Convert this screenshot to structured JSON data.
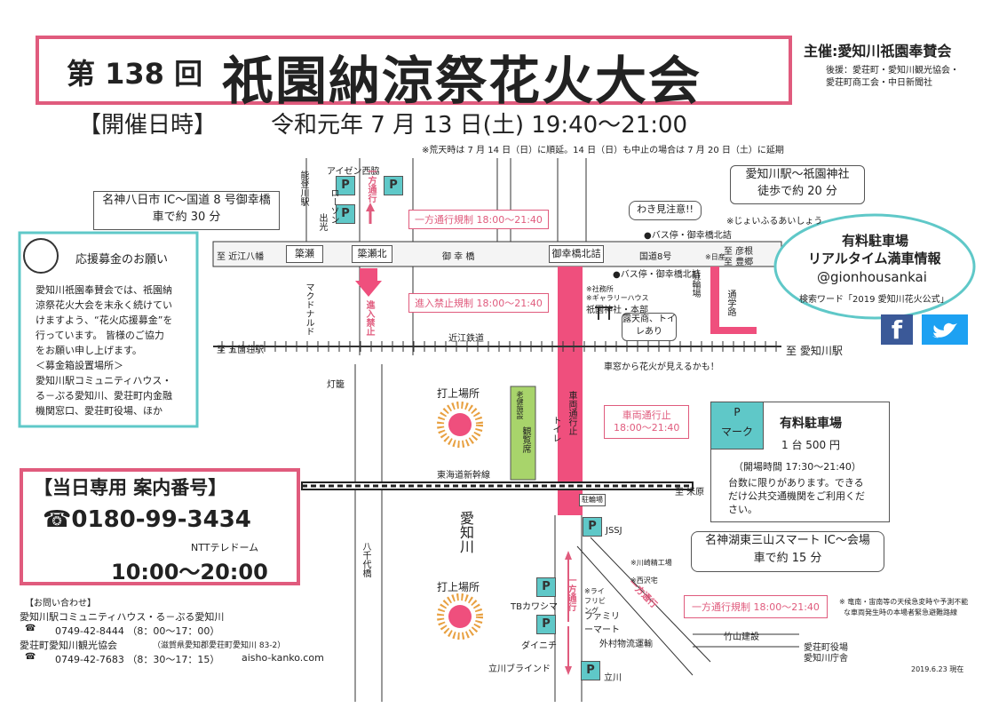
{
  "header": {
    "title_prefix": "第 138 回",
    "title_main": "祇園納涼祭花火大会",
    "organizer": "主催:愛知川祇園奉賛会",
    "sponsors_1": "後援：愛荘町・愛知川観光協会・",
    "sponsors_2": "愛荘町商工会・中日新聞社",
    "date_label": "【開催日時】",
    "date_value": "令和元年  7 月 13 日(土) 19:40～21:00",
    "rain_note": "※荒天時は 7 月 14 日（日）に順延。14 日（日）も中止の場合は 7 月 20 日（土）に延期"
  },
  "boxes": {
    "ic_route_1": "名神八日市 IC～国道 8 号御幸橋",
    "ic_route_2": "車で約 30 分",
    "walk_1": "愛知川駅～祇園神社",
    "walk_2": "徒歩で約 20 分",
    "smart_ic_1": "名神湖東三山スマート IC～会場",
    "smart_ic_2": "車で約 15 分"
  },
  "donation": {
    "title": "応援募金のお願い",
    "body": [
      "愛知川祇園奉賛会では、祇園納",
      "涼祭花火大会を末永く続けてい",
      "けますよう、“花火応援募金”を",
      "行っています。 皆様のご協力",
      "をお願い申し上げます。",
      "＜募金箱設置場所＞",
      "愛知川駅コミュニティハウス・",
      "る－ぷる愛知川、愛荘町内金融",
      "機関窓口、愛荘町役場、ほか"
    ]
  },
  "hotline": {
    "title": "【当日専用  案内番号】",
    "phone": "☎0180-99-3434",
    "carrier": "NTTテレドーム",
    "hours": "10:00～20:00"
  },
  "contact": {
    "title": "【お問い合わせ】",
    "org1": "愛知川駅コミュニティハウス・る－ぷる愛知川",
    "tel1": "0749-42-8444  （8：00～17：00）",
    "org2": "愛荘町愛知川観光協会",
    "org2_addr": "（滋賀県愛知郡愛荘町愛知川 83-2）",
    "tel2": "0749-42-7683  （8：30～17：15）",
    "web": "aisho-kanko.com"
  },
  "parking_info": {
    "p_label": "P",
    "mark": "マーク",
    "title": "有料駐車場",
    "price": "1 台 500 円",
    "hours": "（開場時間 17:30～21:40）",
    "note_1": "台数に限りがあります。できる",
    "note_2": "だけ公共交通機関をご利用くだ",
    "note_3": "さい。"
  },
  "cloud": {
    "line1": "有料駐車場",
    "line2": "リアルタイム満車情報",
    "handle": "@gionhousankai",
    "search": "検索ワード「2019 愛知川花火公式」"
  },
  "social": {
    "facebook": "f",
    "twitter_icon": "twitter-bird-icon"
  },
  "map": {
    "to_omi_hachiman": "至 近江八幡",
    "to_gokasho": "至 五箇荘駅",
    "to_echigawa": "至  愛知川駅",
    "to_hikone": "至 彦根",
    "to_toyosato": "至 豊郷",
    "to_maibara": "至 米原",
    "sasao": "簗瀬",
    "sasao_kita": "簗瀬北",
    "miyuki": "御  幸  橋",
    "miyuki_kita": "御幸橋北詰",
    "route8": "国道8号",
    "nose_station": "能登川駅",
    "izen": "アイゼン西脇",
    "lawson": "ローソン",
    "dekou": "出光",
    "oneway_v": "一方通行",
    "oneway_reg1": "一方通行規制  18:00～21:40",
    "noentry_reg": "進入禁止規制  18:00～21:40",
    "noentry_v": "進入禁止",
    "waki": "わき見注意!!",
    "bus_stop": "●バス停・御幸橋北詰",
    "jyoy": "※じょいふるあいしょう",
    "nissan": "※日産",
    "bus_stop2": "●バス停・御幸橋北詰",
    "shrine": "祇園神社・本部",
    "shrine_labels": [
      "※社務所",
      "※ギャラリーハウス"
    ],
    "stalls": "露天商、トイレあり",
    "parking_area": "駐輪場",
    "tsugaku": "通学路",
    "mac": "マクドナルド",
    "kintetsu": "近江鉄道",
    "train_view": "車窓から花火が見えるかも！",
    "toroku": "灯籠",
    "launch1": "打上場所",
    "launch2": "打上場所",
    "viewing": "観覧席",
    "elder": "老健施設",
    "toilet": "トイレ",
    "carfree_v": "車両通行止",
    "carfree_reg_1": "車両通行止",
    "carfree_reg_2": "18:00～21:40",
    "shinkansen": "東海道新幹線",
    "river": "愛知川",
    "yachiyo": "八千代橋",
    "churin2": "駐輪場",
    "jssj": "JSSJ",
    "kawasaki": "※川崎精工場",
    "seibu": "※西沢宅",
    "tb": "TBカワシマ",
    "life": "※ライフリビング",
    "family": "ファミリーマート",
    "oneway_v2": "一方通行",
    "oneway_diag": "一方通行",
    "oneway_reg2": "一方通行規制    18:00～21:40",
    "note_right_1": "※  竜南・宙南等の天候急変時や予測不能",
    "note_right_2": "な車両発生時の本場者緊急避難路線",
    "daini": "ダイニチ",
    "tonomura": "外村物流運輸",
    "takeyama": "竹山建設",
    "tatekawa_blind": "立川ブラインド",
    "tatekawa": "立川",
    "town_hall_1": "愛荘町役場",
    "town_hall_2": "愛知川庁舎",
    "date_stamp": "2019.6.23 現在"
  }
}
